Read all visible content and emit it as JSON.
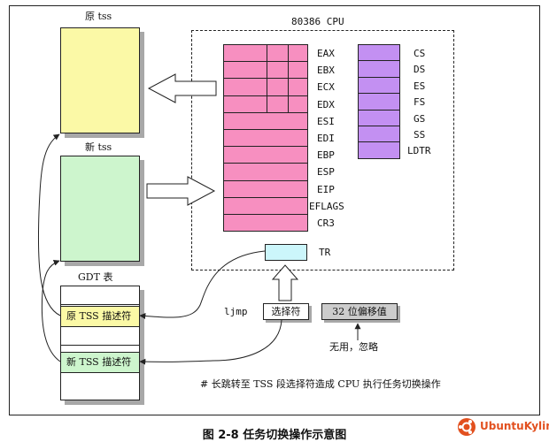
{
  "cpu": {
    "title": "80386 CPU",
    "general_registers": [
      "EAX",
      "EBX",
      "ECX",
      "EDX",
      "ESI",
      "EDI",
      "EBP",
      "ESP",
      "EIP",
      "EFLAGS",
      "CR3"
    ],
    "segment_registers": [
      "CS",
      "DS",
      "ES",
      "FS",
      "GS",
      "SS",
      "LDTR"
    ],
    "tr_label": "TR"
  },
  "tss": {
    "old_label": "原 tss",
    "new_label": "新 tss"
  },
  "gdt": {
    "title": "GDT 表",
    "old_desc": "原 TSS 描述符",
    "new_desc": "新 TSS 描述符"
  },
  "instruction": {
    "ljmp": "ljmp",
    "selector": "选择符",
    "offset": "32 位偏移值",
    "unused": "无用，忽略"
  },
  "note": "# 长跳转至 TSS 段选择符造成 CPU 执行任务切换操作",
  "caption": "图 2-8 任务切换操作示意图",
  "logo_text": "UbuntuKylin",
  "colors": {
    "old_tss": "#fbf9a6",
    "new_tss": "#cdf5cd",
    "general_reg": "#f78fc0",
    "segment_reg": "#c390f2",
    "tr": "#ccf6fb",
    "gdt_old": "#fbf9a6",
    "gdt_new": "#cdf5cd",
    "offset_box": "#cccccc",
    "logo": "#e2501f"
  }
}
